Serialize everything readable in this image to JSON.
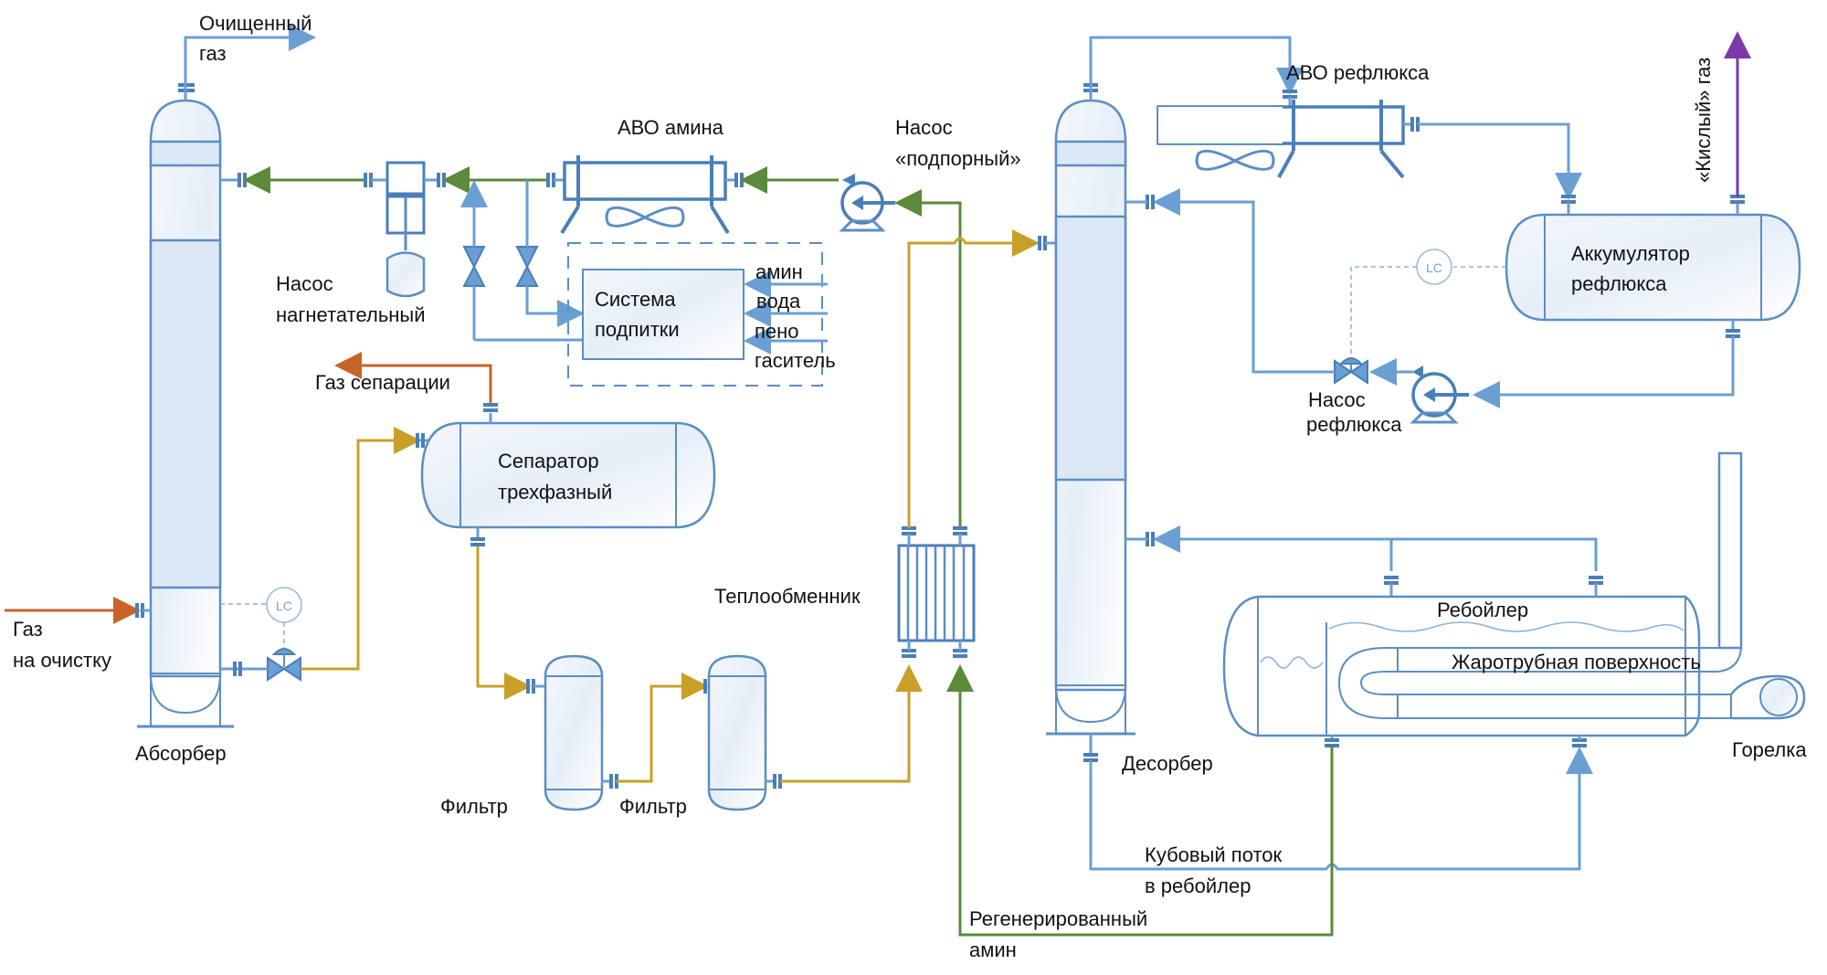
{
  "labels": {
    "clean_gas_1": "Очищенный",
    "clean_gas_2": "газ",
    "amine_cooler": "АВО амина",
    "booster_pump_1": "Насос",
    "booster_pump_2": "«подпорный»",
    "reflux_cooler": "АВО рефлюкса",
    "acid_gas": "«Кислый» газ",
    "injection_pump_1": "Насос",
    "injection_pump_2": "нагнетательный",
    "makeup_system_1": "Система",
    "makeup_system_2": "подпитки",
    "makeup_inputs": [
      "амин",
      "вода",
      "пено",
      "гаситель"
    ],
    "separation_gas": "Газ сепарации",
    "separator_1": "Сепаратор",
    "separator_2": "трехфазный",
    "reflux_accumulator_1": "Аккумулятор",
    "reflux_accumulator_2": "рефлюкса",
    "reflux_pump_1": "Насос",
    "reflux_pump_2": "рефлюкса",
    "heat_exchanger": "Теплообменник",
    "reboiler": "Ребойлер",
    "fire_tube": "Жаротрубная поверхность",
    "burner": "Горелка",
    "feed_gas_1": "Газ",
    "feed_gas_2": "на очистку",
    "absorber": "Абсорбер",
    "filter_1": "Фильтр",
    "filter_2": "Фильтр",
    "desorber": "Десорбер",
    "bottoms_1": "Кубовый поток",
    "bottoms_2": "в ребойлер",
    "regen_amine_1": "Регенерированный",
    "regen_amine_2": "амин",
    "level_controller": "LC"
  },
  "stream_colors": {
    "lean_amine": "#5a8a3a",
    "rich_amine": "#c8a028",
    "feed_gas": "#c86428",
    "acid_gas": "#7a3aa8",
    "process": "#6a9fd4"
  }
}
